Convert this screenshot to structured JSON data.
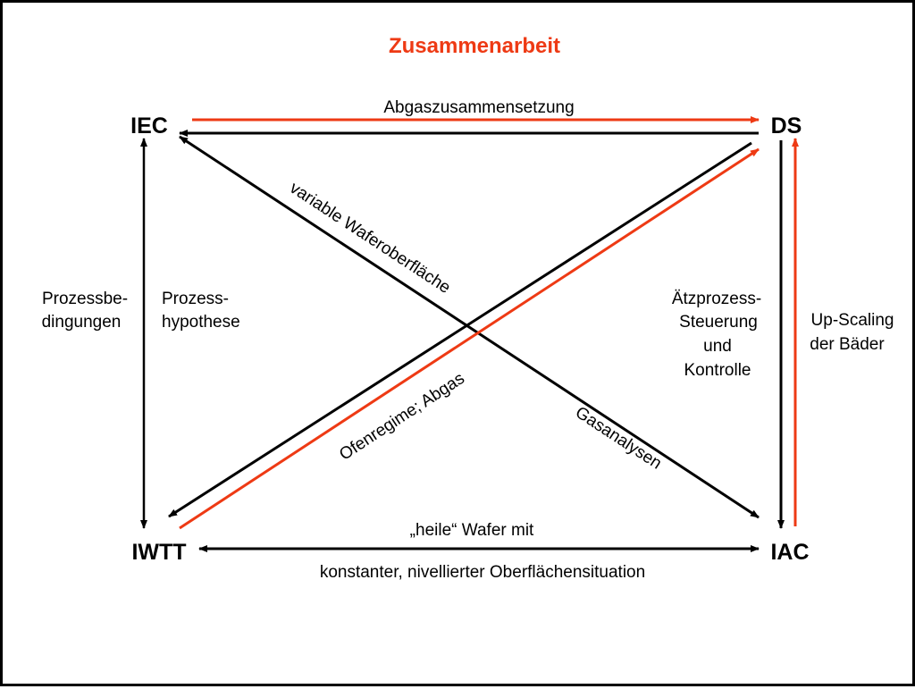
{
  "title": "Zusammenarbeit",
  "colors": {
    "accent": "#ee3a14",
    "line": "#000000"
  },
  "nodes": {
    "iec": "IEC",
    "ds": "DS",
    "iwtt": "IWTT",
    "iac": "IAC"
  },
  "labels": {
    "top": "Abgaszusammensetzung",
    "left_outer_1": "Prozessbe-",
    "left_outer_2": "dingungen",
    "left_inner_1": "Prozess-",
    "left_inner_2": "hypothese",
    "diag_upper": "variable Waferoberfläche",
    "diag_lower_left": "Ofenregime; Abgas",
    "diag_lower_right": "Gasanalysen",
    "right_inner_1": "Ätzprozess-",
    "right_inner_2": "Steuerung",
    "right_inner_3": "und",
    "right_inner_4": "Kontrolle",
    "right_outer_1": "Up-Scaling",
    "right_outer_2": "der Bäder",
    "bottom_1": "„heile“ Wafer mit",
    "bottom_2": "konstanter, nivellierter Oberflächensituation"
  }
}
